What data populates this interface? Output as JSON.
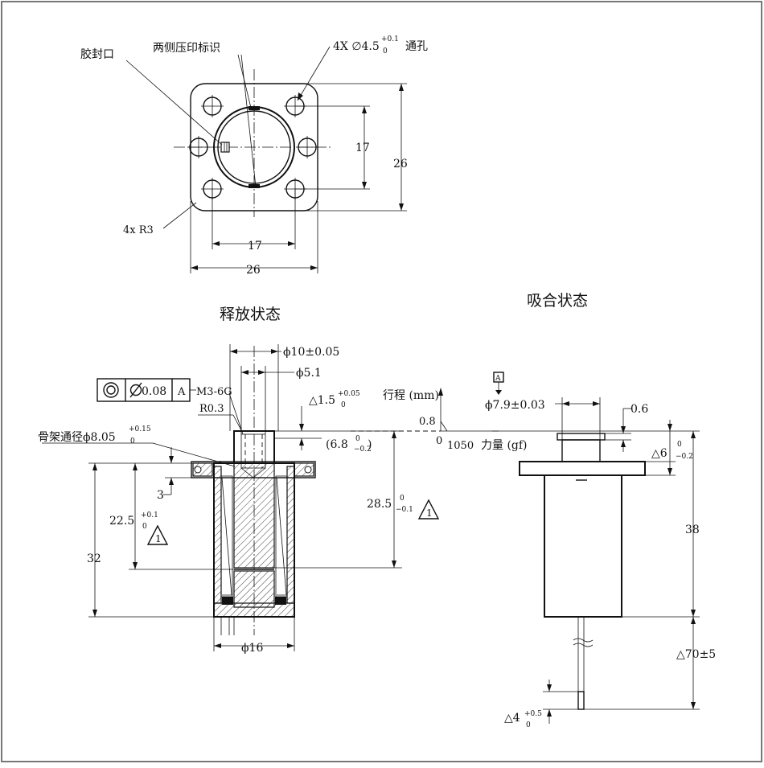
{
  "labels": {
    "glue_port": "胶封口",
    "press_mark": "两侧压印标识",
    "holes_prefix": "4X ∅4.5",
    "holes_tol_upper": "+0.1",
    "holes_tol_lower": "0",
    "holes_suffix": "通孔",
    "corner_radius": "4x R3",
    "release_title": "释放状态",
    "attract_title": "吸合状态",
    "thread": "M3-6G",
    "radius_small": "R0.3",
    "concentricity_tol": "0.08",
    "datum": "A",
    "bobbin_bore": "骨架通径ϕ8.05",
    "bobbin_tol_upper": "+0.15",
    "bobbin_tol_lower": "0",
    "stroke_axis": "行程 (mm)",
    "force_axis": "力量 (gf)",
    "attract_datum_box": "A"
  },
  "dimensions": {
    "top_inner_v": "17",
    "top_outer_v": "26",
    "top_inner_h": "17",
    "top_outer_h": "26",
    "d10": "ϕ10±0.05",
    "d5_1": "ϕ5.1",
    "d1_5": "△1.5",
    "d1_5_tol_upper": "+0.05",
    "d1_5_tol_lower": "0",
    "d6_8": "(6.8",
    "d6_8_tol_upper": "0",
    "d6_8_tol_lower": "−0.2",
    "d6_8_close": ")",
    "d3": "3",
    "d22_5": "22.5",
    "d22_5_tol_upper": "+0.1",
    "d22_5_tol_lower": "0",
    "d32": "32",
    "d28_5": "28.5",
    "d28_5_tol_upper": "0",
    "d28_5_tol_lower": "−0.1",
    "d16": "ϕ16",
    "d7_9": "ϕ7.9±0.03",
    "d0_6": "0.6",
    "d6": "△6",
    "d6_tol_upper": "0",
    "d6_tol_lower": "−0.2",
    "d38": "38",
    "d70": "△70±5",
    "d4": "△4",
    "d4_tol_upper": "+0.5",
    "d4_tol_lower": "0"
  },
  "chart_data": {
    "type": "line",
    "xlabel": "力量 (gf)",
    "ylabel": "行程 (mm)",
    "x_tick_labels": [
      "0",
      "1050"
    ],
    "y_tick_labels": [
      "0.8"
    ],
    "series": [
      {
        "x": [
          0,
          1050
        ],
        "y": [
          0.8,
          0
        ]
      }
    ]
  }
}
